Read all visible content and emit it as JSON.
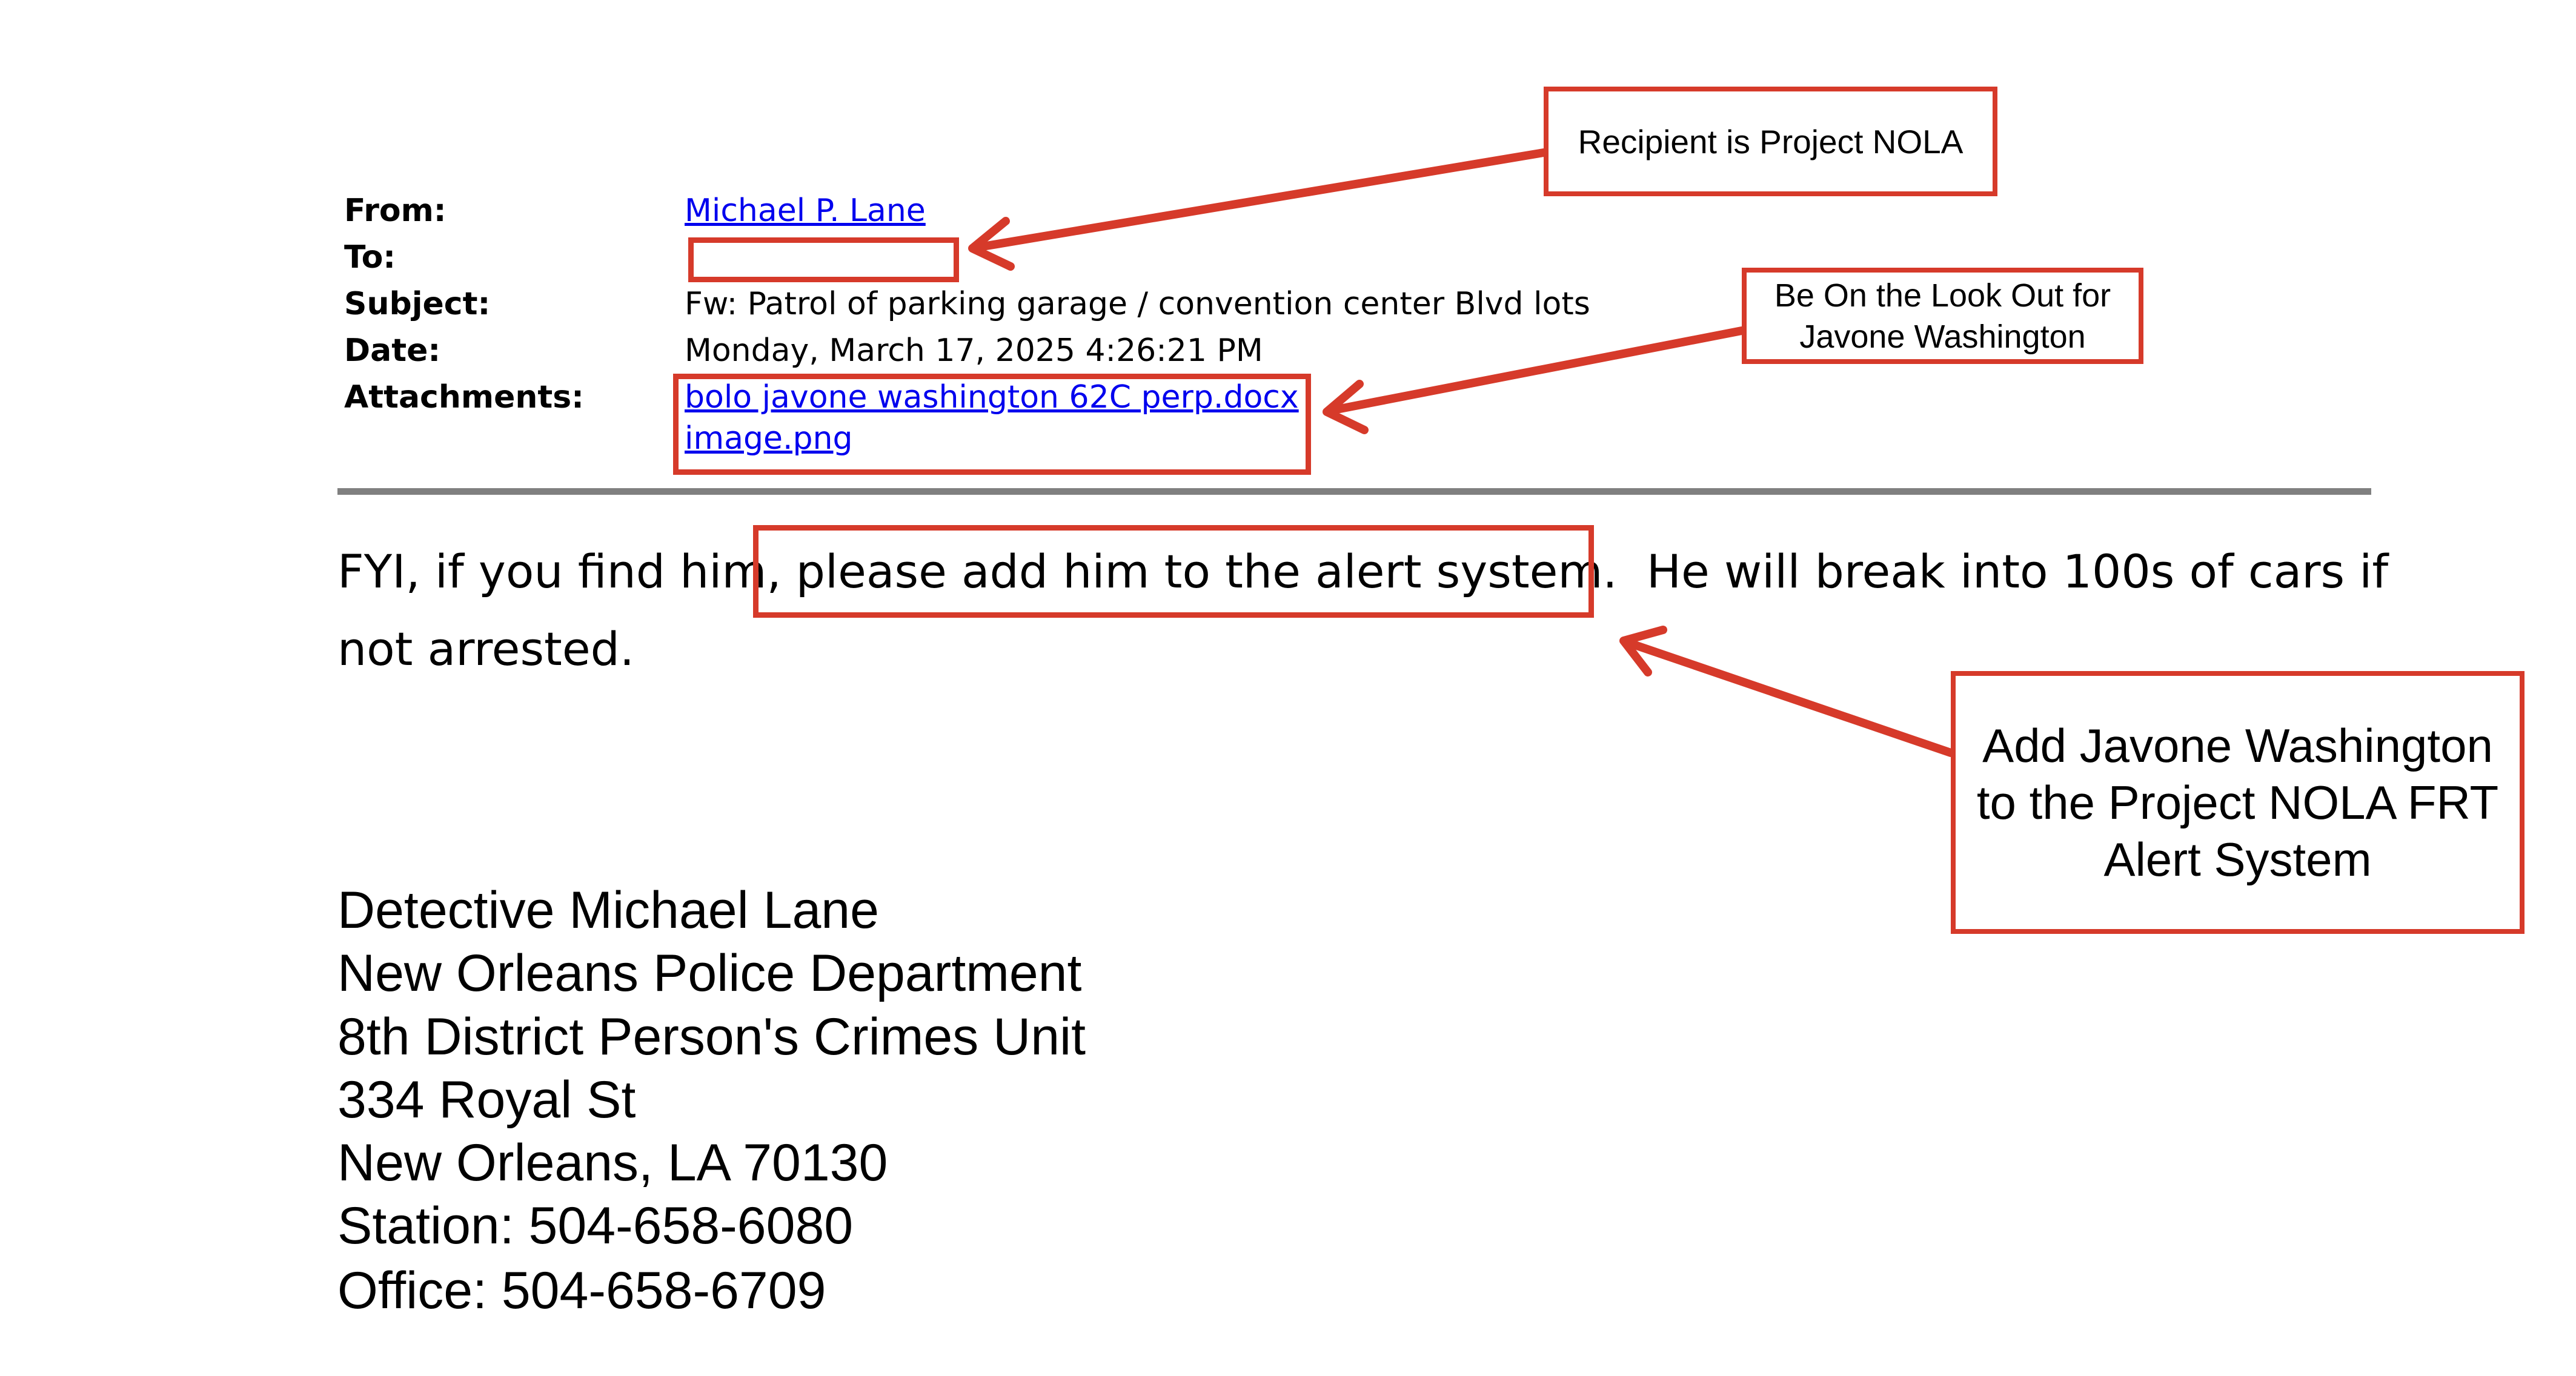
{
  "header": {
    "from_label": "From:",
    "from_value": "Michael P. Lane",
    "to_label": "To:",
    "subject_label": "Subject:",
    "subject_value": "Fw: Patrol of parking garage / convention center Blvd lots",
    "date_label": "Date:",
    "date_value": "Monday, March 17, 2025 4:26:21 PM",
    "attachments_label": "Attachments:",
    "attachments": [
      "bolo javone washington 62C perp.docx",
      "image.png"
    ]
  },
  "body": {
    "line1_start": "FYI, if you find him",
    "line1_highlight": ", please add him to the alert system.",
    "line1_end": "  He will break into 100s of cars if",
    "line2": "not arrested."
  },
  "signature": [
    "Detective Michael Lane",
    "New Orleans Police Department",
    "8th District Person's Crimes Unit",
    "334 Royal St",
    "New Orleans, LA 70130",
    "Station: 504-658-6080",
    "Office: 504-658-6709"
  ],
  "annotations": {
    "recipient": "Recipient is Project NOLA",
    "bolo_line1": "Be On the Look Out for",
    "bolo_line2": "Javone Washington",
    "alert_line1": "Add Javone Washington",
    "alert_line2": "to the Project NOLA FRT",
    "alert_line3": "Alert System"
  },
  "colors": {
    "annotation_red": "#d63a2a",
    "link_blue": "#0000ee",
    "rule_gray": "#808080"
  }
}
